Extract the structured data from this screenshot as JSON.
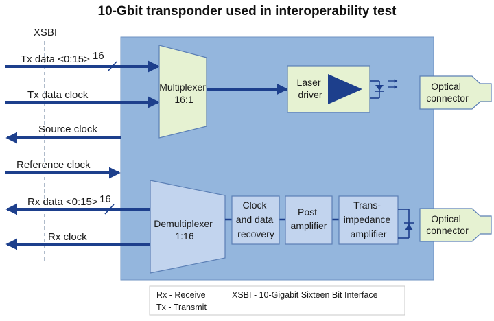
{
  "title": "10-Gbit transponder used in interoperability test",
  "xsbi_label": "XSBI",
  "signals": {
    "tx_data": "Tx data <0:15>",
    "tx_data_width": "16",
    "tx_clock": "Tx data clock",
    "source_clock": "Source clock",
    "reference_clock": "Reference clock",
    "rx_data": "Rx data <0:15>",
    "rx_data_width": "16",
    "rx_clock": "Rx clock"
  },
  "blocks": {
    "mux": [
      "Multiplexer",
      "16:1"
    ],
    "laser": [
      "Laser",
      "driver"
    ],
    "demux": [
      "Demultiplexer",
      "1:16"
    ],
    "cdr": [
      "Clock",
      "and data",
      "recovery"
    ],
    "post": [
      "Post",
      "amplifier"
    ],
    "tia": [
      "Trans-",
      "impedance",
      "amplifier"
    ],
    "optical_tx": [
      "Optical",
      "connector"
    ],
    "optical_rx": [
      "Optical",
      "connector"
    ]
  },
  "legend": {
    "rx": "Rx - Receive",
    "tx": "Tx - Transmit",
    "xsbi": "XSBI - 10-Gigabit Sixteen Bit Interface"
  },
  "colors": {
    "board": "#94b6dd",
    "green_block": "#e6f2d2",
    "blue_block": "#c2d4ee",
    "arrow": "#1d3f8c",
    "connector": "#e6f2d2"
  }
}
